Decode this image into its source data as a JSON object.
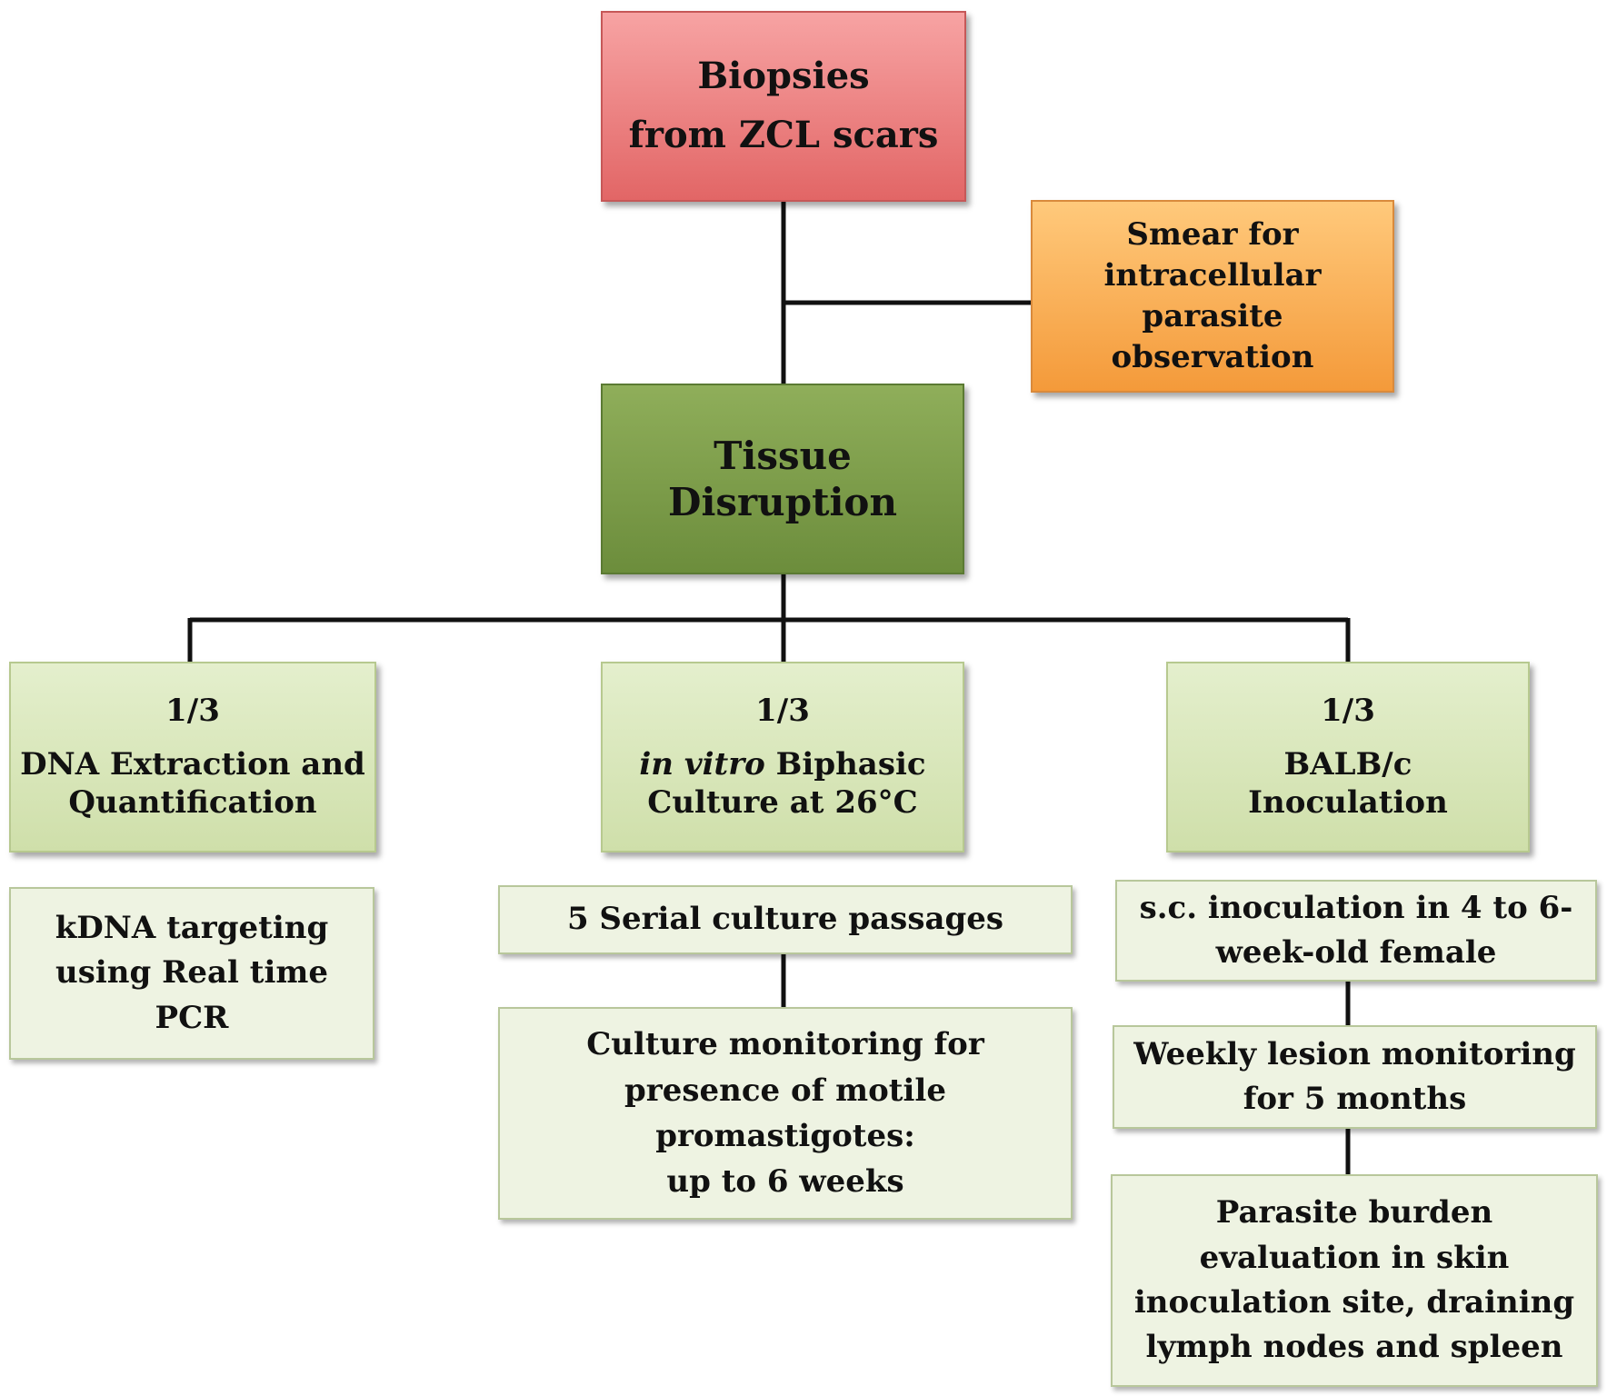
{
  "nodes": {
    "biopsies": {
      "lines": [
        "Biopsies",
        "from ZCL scars"
      ]
    },
    "smear": {
      "lines": [
        "Smear for",
        "intracellular parasite",
        "observation"
      ]
    },
    "tissue": {
      "label": "Tissue Disruption"
    },
    "dna": {
      "fraction": "1/3",
      "lines": [
        "DNA Extraction and",
        "Quantification"
      ]
    },
    "culture": {
      "fraction": "1/3",
      "italic": "in vitro",
      "line1_rest": " Biphasic",
      "line2": "Culture at 26°C"
    },
    "balb": {
      "fraction": "1/3",
      "lines": [
        "BALB/c",
        "Inoculation"
      ]
    },
    "kdna": {
      "lines": [
        "kDNA targeting",
        "using Real time",
        "PCR"
      ]
    },
    "serial": {
      "label": "5 Serial culture passages"
    },
    "monitoring": {
      "lines": [
        "Culture monitoring for",
        "presence of motile",
        "promastigotes:",
        "up to 6 weeks"
      ]
    },
    "sc": {
      "lines": [
        "s.c. inoculation in 4 to 6-",
        "week-old female"
      ]
    },
    "weekly": {
      "lines": [
        "Weekly lesion monitoring",
        "for  5 months"
      ]
    },
    "burden": {
      "lines": [
        "Parasite burden",
        "evaluation in skin",
        "inoculation site, draining",
        "lymph nodes and spleen"
      ]
    }
  },
  "colors": {
    "top_box": "#e26666",
    "side_box": "#f49a3a",
    "main_box": "#6c8d3c",
    "branch_box": "#d6e4b7",
    "detail_box": "#eef3e2",
    "connector": "#111111"
  }
}
